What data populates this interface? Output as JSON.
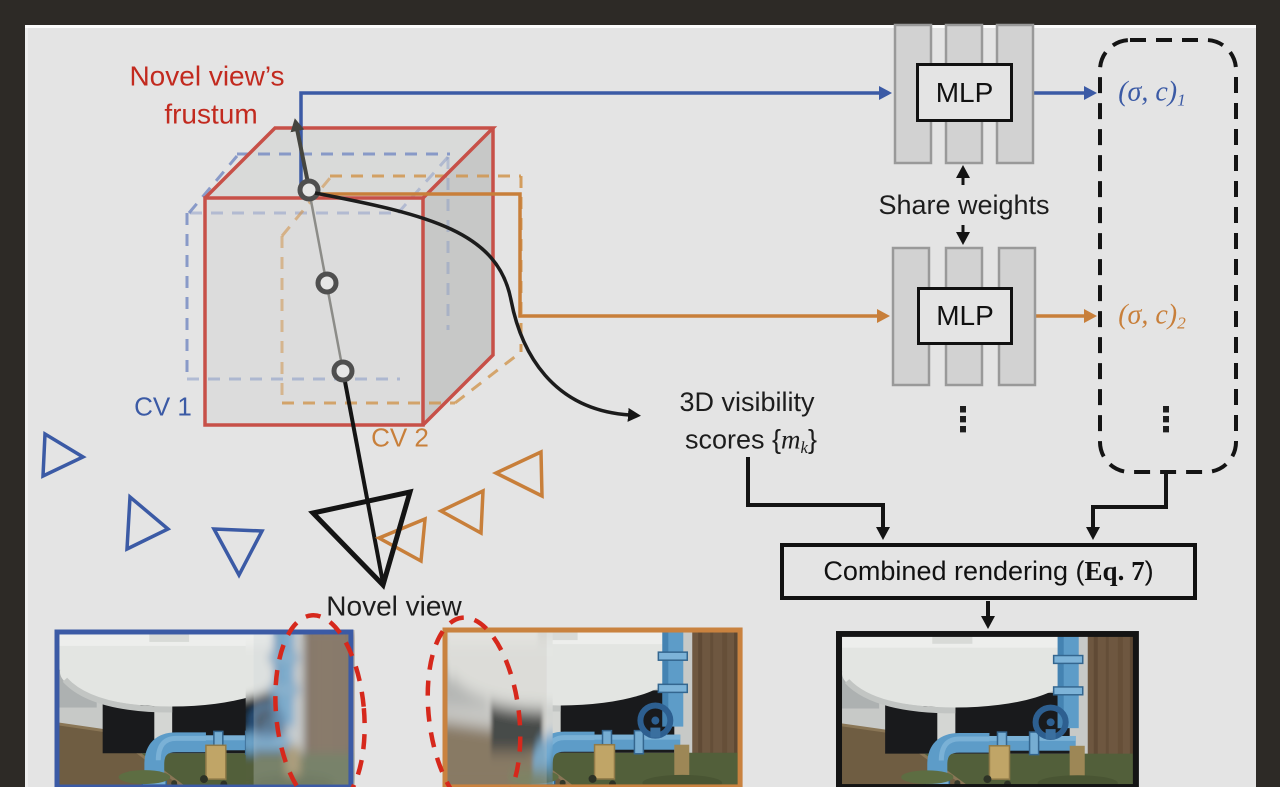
{
  "figure": {
    "kind": "neural-rendering architecture diagram",
    "panel_bg": "#e4e4e4",
    "frame_color": "#2d2a26"
  },
  "colors": {
    "red_label": "#c22a1f",
    "cube_red": "#c75048",
    "blue": "#3b5aa5",
    "orange": "#c87f3a",
    "black": "#141414",
    "gray_bar": "#d2d2d2",
    "dashed_red": "#d6281c"
  },
  "labels": {
    "frustum_line1": "Novel view’s",
    "frustum_line2": "frustum",
    "cv1": "CV 1",
    "cv2": "CV 2",
    "novel_view": "Novel view",
    "visibility_line1": "3D visibility",
    "visibility_prefix": "scores {",
    "visibility_var": "m",
    "visibility_sub": "k",
    "visibility_suffix": "}",
    "share_weights": "Share weights",
    "mlp": "MLP",
    "output1_main": "(σ, c)",
    "output1_sub": "1",
    "output2_main": "(σ, c)",
    "output2_sub": "2",
    "dots": "⋮",
    "combined_prefix": "Combined rendering (",
    "combined_eq": "Eq. 7",
    "combined_suffix": ")"
  }
}
